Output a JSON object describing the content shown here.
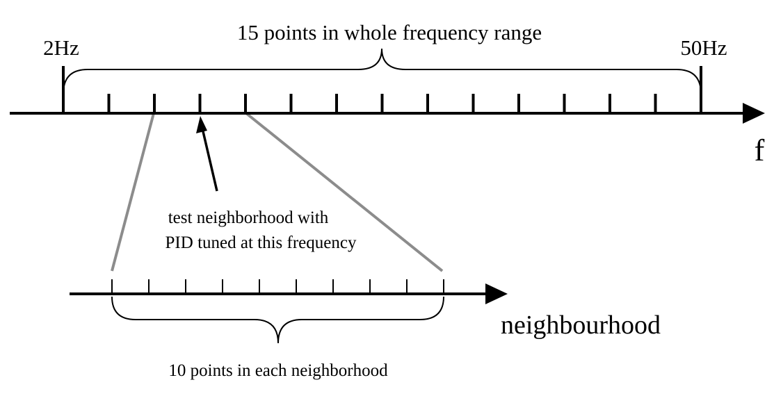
{
  "diagram": {
    "main_axis": {
      "start_label": "2Hz",
      "end_label": "50Hz",
      "axis_label": "f",
      "range_label": "15 points in whole frequency range",
      "point_count": 15
    },
    "callout": {
      "line1": "test neighborhood with",
      "line2": "PID tuned at this frequency"
    },
    "neighbourhood_axis": {
      "axis_label": "neighbourhood",
      "range_label": "10 points in each neighborhood",
      "point_count": 10
    },
    "colors": {
      "ink": "#000000",
      "zoom_lines": "#8c8c8c"
    }
  }
}
